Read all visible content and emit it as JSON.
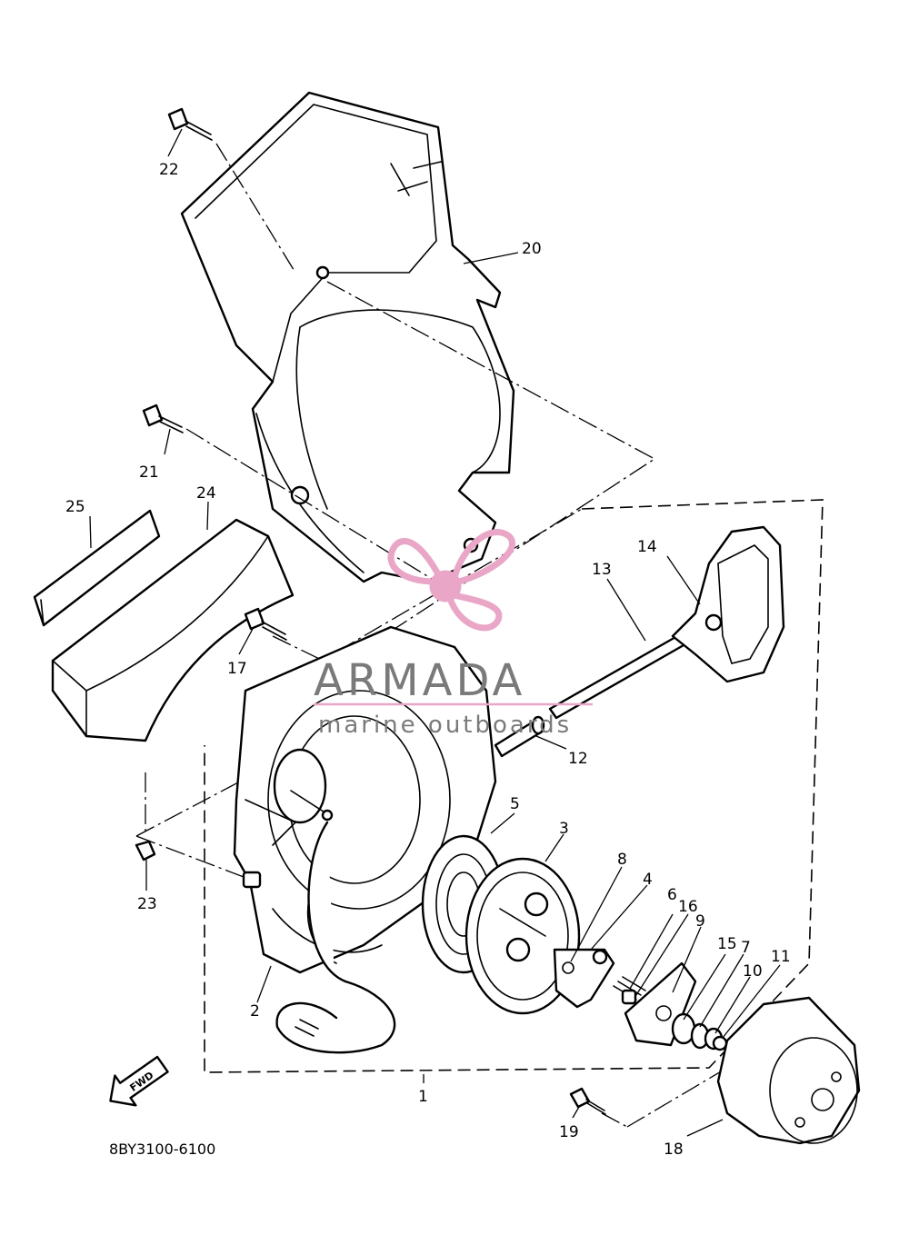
{
  "diagram": {
    "code": "8BY3100-6100",
    "fwd_label": "FWD",
    "watermark": {
      "title": "ARMADA",
      "subtitle": "marine outboards",
      "color": "#e9a6c6",
      "text_color": "#7a7a7a"
    },
    "callouts": {
      "c1": "1",
      "c2": "2",
      "c3": "3",
      "c4": "4",
      "c5": "5",
      "c6": "6",
      "c7": "7",
      "c8": "8",
      "c9": "9",
      "c10": "10",
      "c11": "11",
      "c12": "12",
      "c13": "13",
      "c14": "14",
      "c15": "15",
      "c16": "16",
      "c17": "17",
      "c18": "18",
      "c19": "19",
      "c20": "20",
      "c21": "21",
      "c22": "22",
      "c23": "23",
      "c24": "24",
      "c25": "25"
    }
  }
}
